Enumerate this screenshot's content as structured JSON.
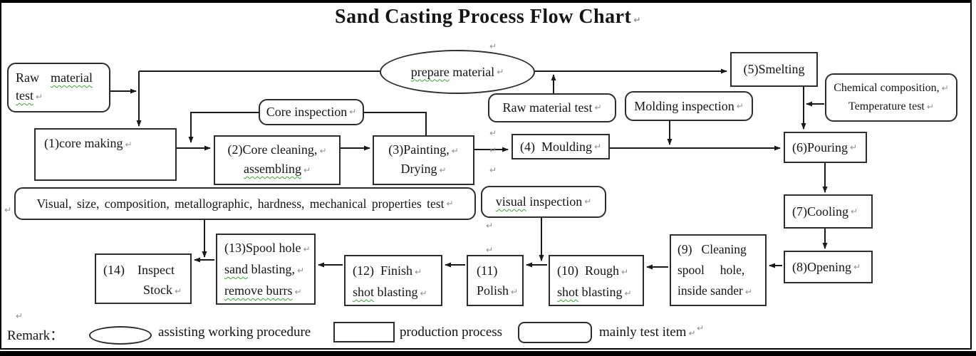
{
  "pilcrow": "↵",
  "title": "Sand Casting Process Flow Chart",
  "nodes": {
    "raw_test_1": {
      "w1": "Raw",
      "w2": "material",
      "l2": "test"
    },
    "prepare_material": {
      "w1": "prepare",
      "w2": "material"
    },
    "core_inspection": {
      "label": "Core inspection"
    },
    "raw_test_2": {
      "label": "Raw material test"
    },
    "molding_inspection": {
      "label": "Molding inspection"
    },
    "smelting": {
      "label": "(5)Smelting"
    },
    "chemical_test": {
      "l1": "Chemical composition,",
      "l2": "Temperature test"
    },
    "core_making": {
      "label": "(1)core making"
    },
    "core_cleaning": {
      "l1": "(2)Core cleaning,",
      "l2": "assembling"
    },
    "painting_drying": {
      "l1": "(3)Painting,",
      "l2": "Drying"
    },
    "moulding": {
      "label": "(4)  Moulding"
    },
    "pouring": {
      "label": "(6)Pouring"
    },
    "cooling": {
      "label": "(7)Cooling"
    },
    "opening": {
      "label": "(8)Opening"
    },
    "mech_test": {
      "label": "Visual, size, composition, metallographic, hardness, mechanical properties test"
    },
    "visual_inspection": {
      "w1": "visual",
      "w2": "inspection"
    },
    "cleaning_spool": {
      "l1": "(9)   Cleaning",
      "l2": "spool     hole,",
      "l3": "inside sander"
    },
    "rough_blasting": {
      "l1": "(10)  Rough",
      "l2a": "shot",
      "l2b": "blasting"
    },
    "polish": {
      "l1": "(11)",
      "l2": "Polish"
    },
    "finish_blasting": {
      "l1": "(12)  Finish",
      "l2a": "shot",
      "l2b": "blasting"
    },
    "spool_blasting": {
      "l1": "(13)Spool hole",
      "l2a": "sand",
      "l2b": "blasting,",
      "l3": "remove burrs"
    },
    "inspect_stock": {
      "l1": "(14)    Inspect",
      "l2": "Stock"
    }
  },
  "legend": {
    "remark": "Remark：",
    "assisting": "assisting working procedure",
    "production": "production process",
    "test_item": "mainly test item"
  },
  "colors": {
    "line": "#1a1a1a",
    "squiggle": "#3aa33a",
    "border": "#2d2d2d"
  }
}
